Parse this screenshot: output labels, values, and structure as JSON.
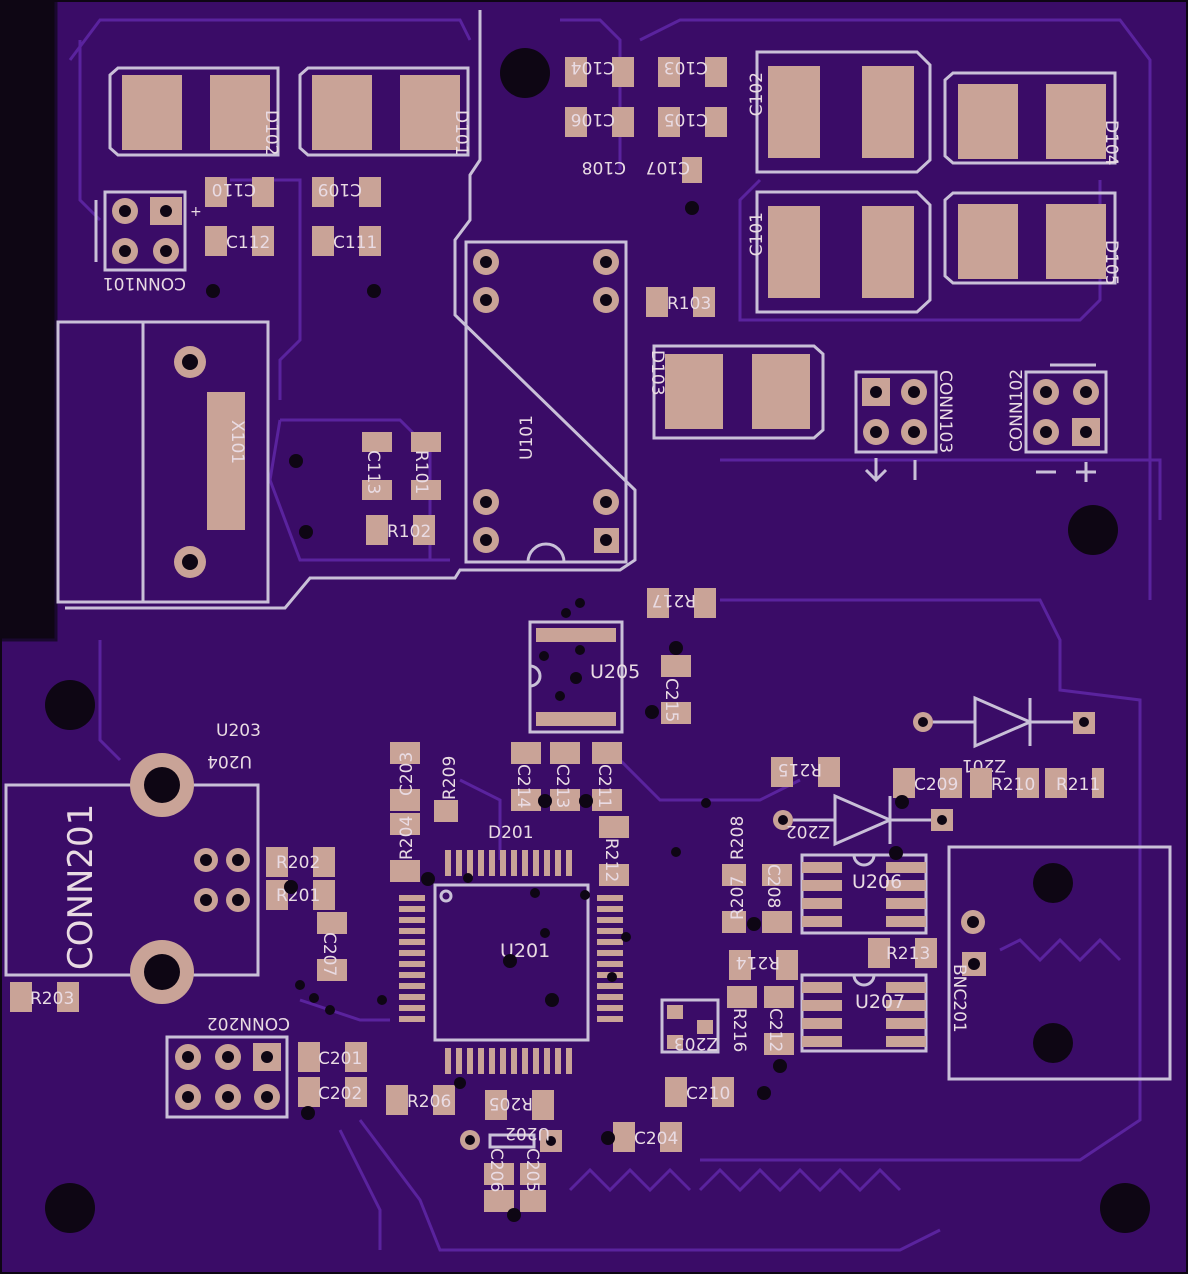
{
  "board": {
    "colors": {
      "substrate": "#3a0c67",
      "trace": "#5a239e",
      "pad": "#c9a397",
      "silk": "#c9c0d8",
      "hole": "#0e0614"
    }
  },
  "labels": {
    "d102": "D102",
    "d101": "D101",
    "c104": "C104",
    "c103": "C103",
    "c106": "C106",
    "c105": "C105",
    "c108": "C108",
    "c107": "C107",
    "c102": "C102",
    "c101": "C101",
    "d104": "D104",
    "d105": "D105",
    "c110": "C110",
    "c109": "C109",
    "c112": "C112",
    "c111": "C111",
    "conn101": "CONN101",
    "r103": "R103",
    "d103": "D103",
    "conn103": "CONN103",
    "conn102": "CONN102",
    "x101": "X101",
    "c113": "C113",
    "r101": "R101",
    "r102": "R102",
    "u101": "U101",
    "r217": "R217",
    "u205": "U205",
    "c215": "C215",
    "z201": "Z201",
    "u203": "U203",
    "u204": "U204",
    "c203": "C203",
    "r209": "R209",
    "c214": "C214",
    "c213": "C213",
    "c211": "C211",
    "r215": "R215",
    "c209": "C209",
    "r210": "R210",
    "r211": "R211",
    "conn201": "CONN201",
    "r204": "R204",
    "d201": "D201",
    "r212": "R212",
    "r208": "R208",
    "z202": "Z202",
    "r202": "R202",
    "r201": "R201",
    "r207": "R207",
    "c208": "C208",
    "u206": "U206",
    "c207": "C207",
    "u201": "U201",
    "r214": "R214",
    "r213": "R213",
    "bnc201": "BNC201",
    "r203": "R203",
    "u207": "U207",
    "r216": "R216",
    "c212": "C212",
    "conn202": "CONN202",
    "c201": "C201",
    "z203": "Z203",
    "c202": "C202",
    "r206": "R206",
    "r205": "R205",
    "c210": "C210",
    "c204": "C204",
    "u202": "U202",
    "c206": "C206",
    "c205": "C205",
    "plus": "+",
    "minus": "-",
    "plus2": "+",
    "minus2": "-"
  }
}
